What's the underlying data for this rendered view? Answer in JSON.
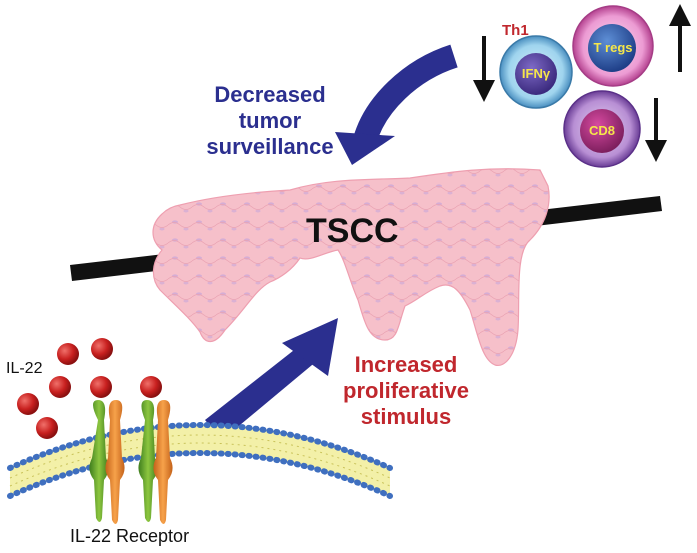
{
  "labels": {
    "th1": "Th1",
    "ifn": "IFNγ",
    "tregs": "T regs",
    "cd8": "CD8",
    "decreased_1": "Decreased",
    "decreased_2": "tumor",
    "decreased_3": "surveillance",
    "tscc": "TSCC",
    "increased_1": "Increased",
    "increased_2": "proliferative",
    "increased_3": "stimulus",
    "il22": "IL-22",
    "receptor": "IL-22 Receptor"
  },
  "colors": {
    "arrow_blue": "#2b2f8f",
    "text_red": "#c0272d",
    "tissue_pink": "#f5bcc6",
    "ball_red": "#c8201f"
  }
}
